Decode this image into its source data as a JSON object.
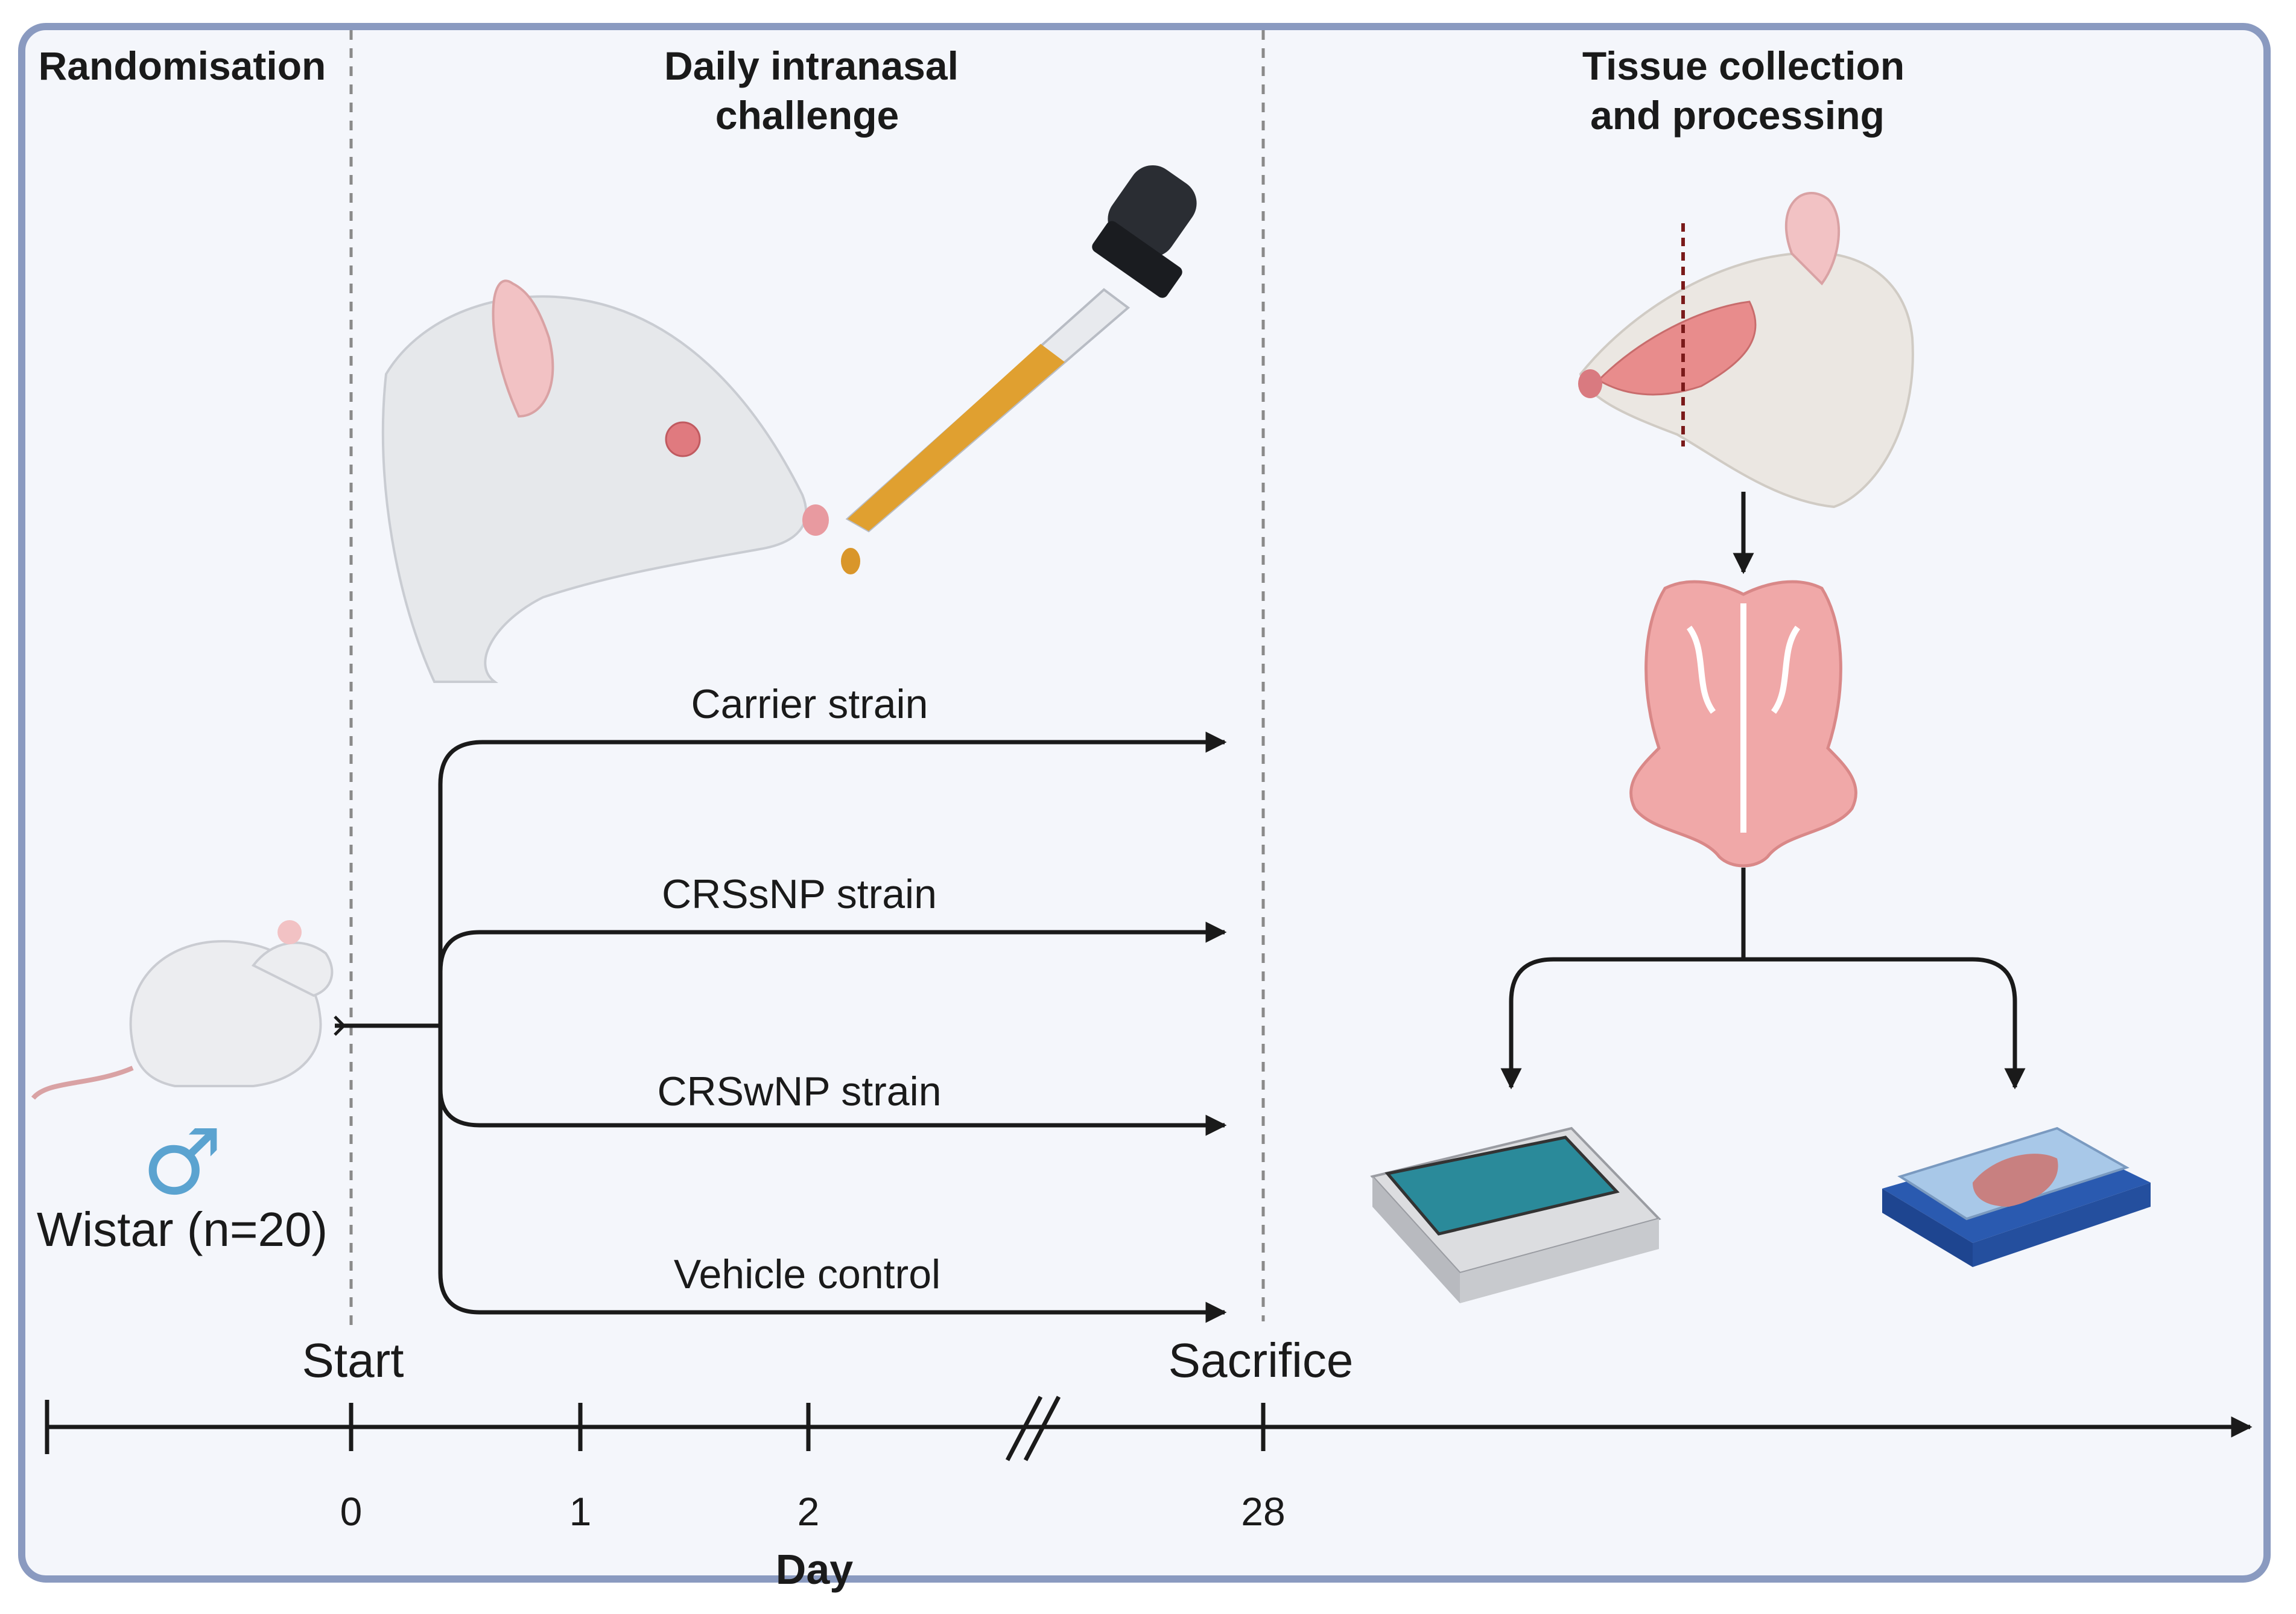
{
  "sections": {
    "randomisation": "Randomisation",
    "challenge_line1": "Daily  intranasal",
    "challenge_line2": "challenge",
    "tissue_line1": "Tissue collection",
    "tissue_line2": "and processing"
  },
  "cohort": {
    "sex_symbol": "♂",
    "label": "Wistar (n=20)"
  },
  "groups": [
    "Carrier strain",
    "CRSsNP strain",
    "CRSwNP strain",
    "Vehicle control"
  ],
  "timeline": {
    "start_label": "Start",
    "end_label": "Sacrifice",
    "ticks": [
      "0",
      "1",
      "2",
      "28"
    ],
    "axis_label": "Day"
  },
  "colors": {
    "frame": "#8a9ac0",
    "panel": "#f4f6fb",
    "male_symbol": "#5ba3d0",
    "tissue": "#e88c8c",
    "droplet": "#e0a030"
  }
}
